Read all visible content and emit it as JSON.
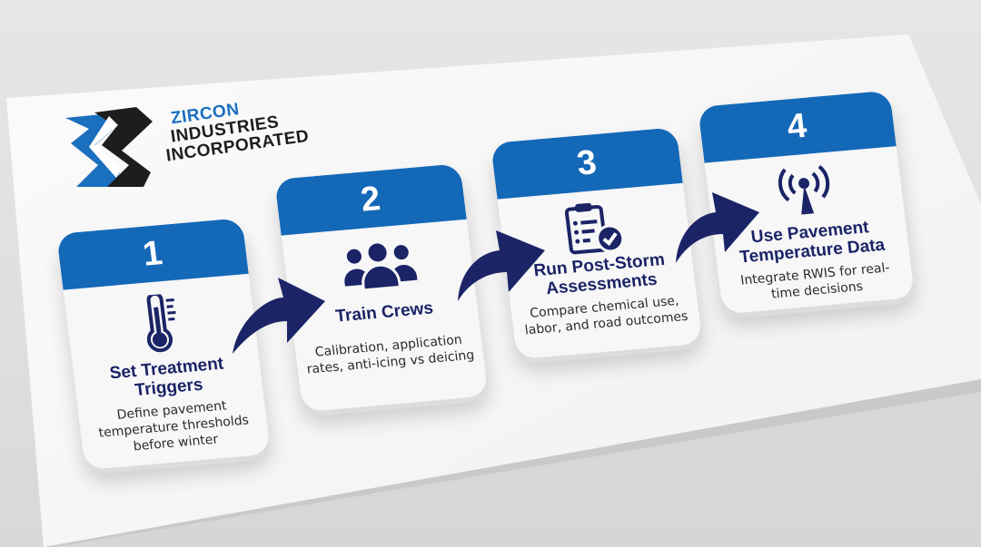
{
  "logo": {
    "line1": "ZIRCON",
    "line2": "INDUSTRIES",
    "line3": "INCORPORATED",
    "colors": {
      "blue": "#1a6fbf",
      "black": "#1d1d1d"
    }
  },
  "steps": [
    {
      "number": "1",
      "title": "Set Treatment Triggers",
      "description": "Define pavement temperature thresholds before winter",
      "icon": "thermometer-icon"
    },
    {
      "number": "2",
      "title": "Train Crews",
      "description": "Calibration, application rates, anti-icing vs deicing",
      "icon": "people-group-icon"
    },
    {
      "number": "3",
      "title": "Run Post-Storm Assessments",
      "description": "Compare chemical use, labor, and road outcomes",
      "icon": "clipboard-check-icon"
    },
    {
      "number": "4",
      "title": "Use Pavement Temperature Data",
      "description": "Integrate RWIS for real-time decisions",
      "icon": "radio-tower-icon"
    }
  ],
  "colors": {
    "header_blue": "#1468b8",
    "navy": "#1b2466",
    "card_bg": "#f7f7f8"
  }
}
